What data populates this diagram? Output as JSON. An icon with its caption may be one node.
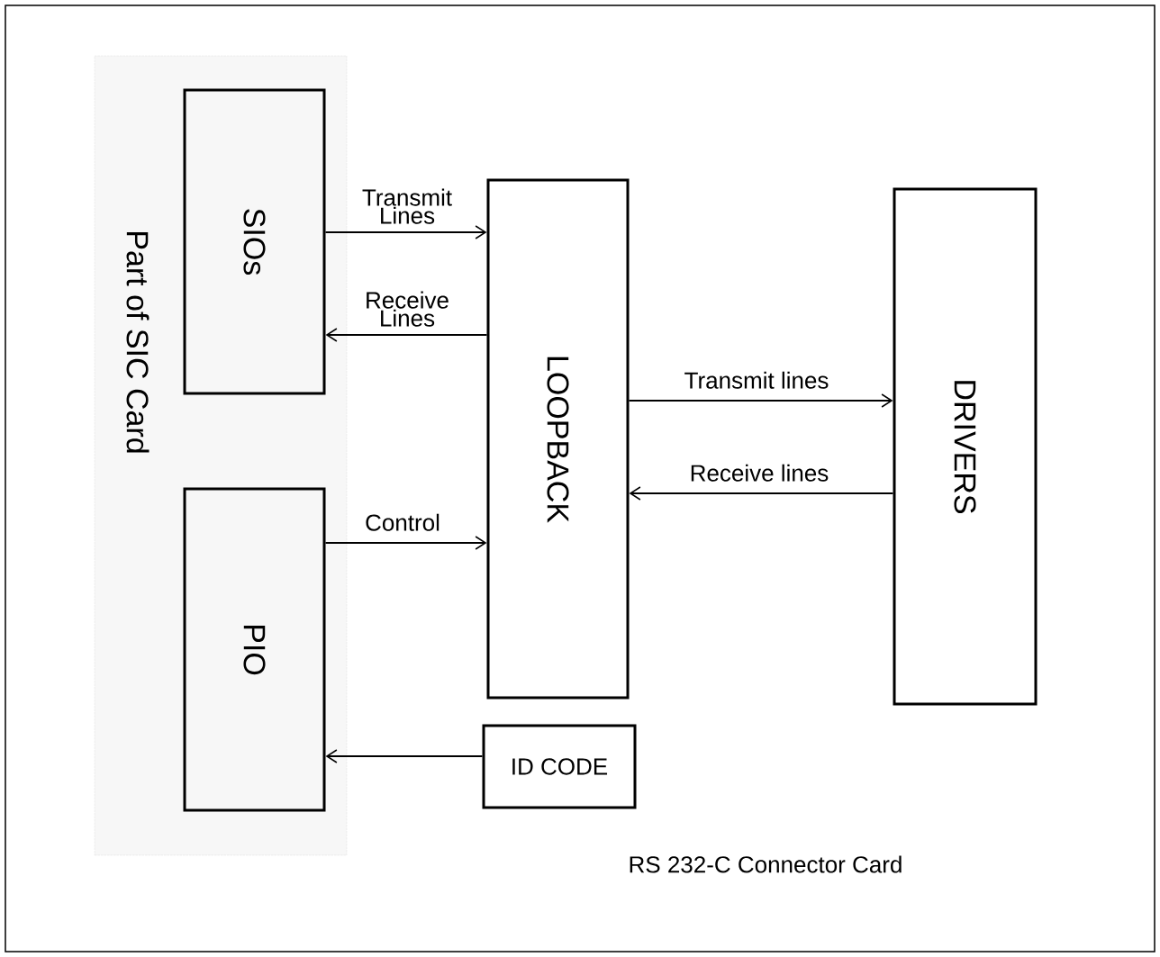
{
  "diagram": {
    "nodes": [
      {
        "text": [
          "RS 232-C Connector Card"
        ]
      },
      {
        "text": [
          "Part of SIC Card"
        ],
        "in": 0
      },
      {
        "text": [
          "SIOs"
        ],
        "in": 1
      },
      {
        "text": [
          "PIO"
        ],
        "in": 1
      },
      {
        "text": [
          "LOOPBACK"
        ],
        "in": 0
      },
      {
        "text": [
          "DRIVERS"
        ],
        "in": 0
      },
      {
        "text": [
          "ID CODE"
        ],
        "in": 0
      }
    ],
    "edges": [
      {
        "from": 2,
        "to": 4,
        "arrow": "to",
        "label": "Transmit Lines"
      },
      {
        "from": 4,
        "to": 2,
        "arrow": "to",
        "label": "Receive Lines"
      },
      {
        "from": 4,
        "to": 5,
        "arrow": "to",
        "label": "Transmit lines"
      },
      {
        "from": 5,
        "to": 4,
        "arrow": "to",
        "label": "Receive lines"
      },
      {
        "from": 3,
        "to": 4,
        "arrow": "to",
        "label": "Control"
      },
      {
        "from": 6,
        "to": 3,
        "arrow": "to"
      }
    ]
  }
}
